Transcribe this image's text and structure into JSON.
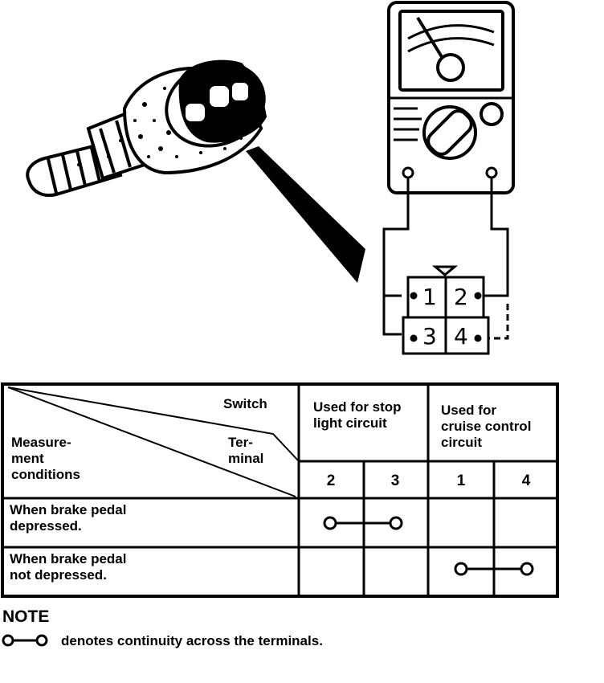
{
  "connector": {
    "terminals": [
      "1",
      "2",
      "3",
      "4"
    ]
  },
  "table": {
    "header_switch": "Switch",
    "header_terminal": "Ter-\nminal",
    "header_measurement": "Measure-\nment\nconditions",
    "group_stop": "Used for stop\nlight circuit",
    "group_cruise": "Used for\ncruise control\ncircuit",
    "terminal_cols": [
      "2",
      "3",
      "1",
      "4"
    ],
    "rows": [
      {
        "condition": "When brake pedal\ndepressed.",
        "continuity": [
          "2",
          "3"
        ]
      },
      {
        "condition": "When brake pedal\nnot depressed.",
        "continuity": [
          "1",
          "4"
        ]
      }
    ]
  },
  "note": {
    "title": "NOTE",
    "text": "denotes continuity across the terminals."
  }
}
